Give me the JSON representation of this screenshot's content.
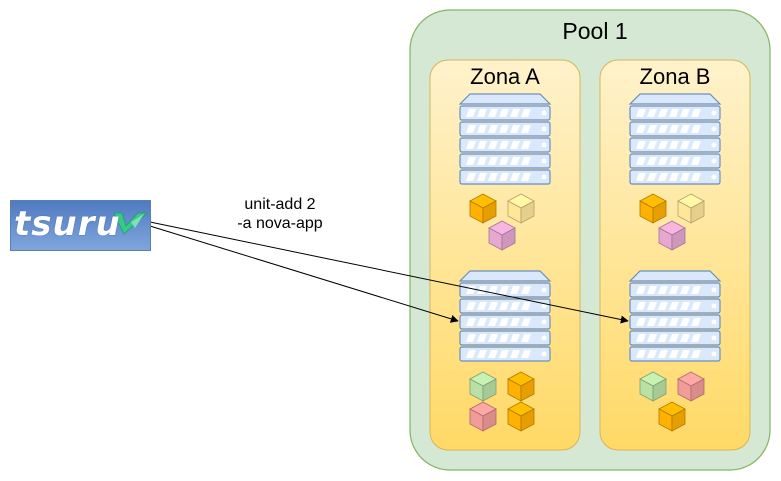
{
  "pool": {
    "title": "Pool 1"
  },
  "zones": [
    {
      "title": "Zona A"
    },
    {
      "title": "Zona B"
    }
  ],
  "command": {
    "line1": "unit-add 2",
    "line2": "-a nova-app"
  },
  "logo": {
    "text": "tsuru"
  },
  "colors": {
    "pool_fill": "#d5e8d4",
    "pool_stroke": "#82b366",
    "zone_fill_top": "#fff2cc",
    "zone_fill_bottom": "#ffd966",
    "zone_stroke": "#d6b656",
    "server_fill": "#dae8fc",
    "server_stroke": "#6c8ebf",
    "cube_orange": "#ffb000",
    "cube_light_yellow": "#ffe699",
    "cube_pink": "#e6a8d0",
    "cube_green": "#b9e0a5",
    "cube_red": "#f19c99"
  }
}
